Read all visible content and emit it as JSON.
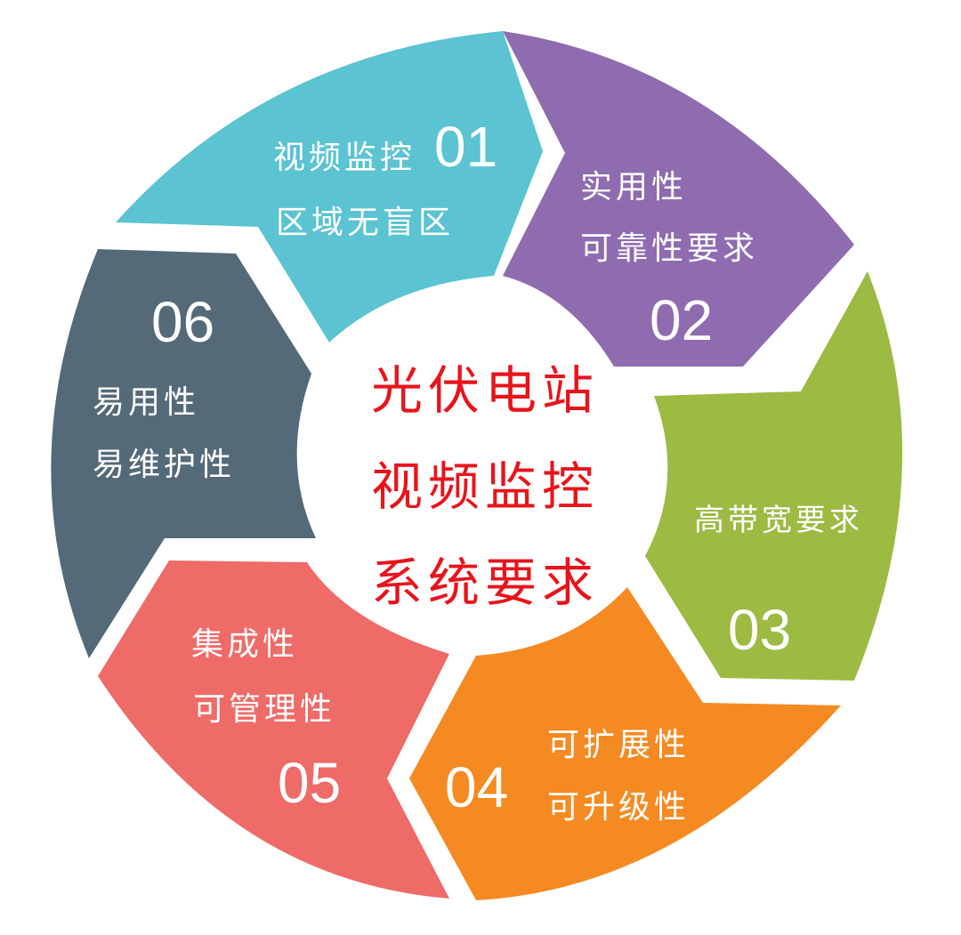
{
  "center": {
    "lines": [
      "光伏电站",
      "视频监控",
      "系统要求"
    ],
    "color": "#e8141b"
  },
  "segments": [
    {
      "number": "01",
      "lines": [
        "视频监控",
        "区域无盲区"
      ],
      "color": "#5bc3d1"
    },
    {
      "number": "02",
      "lines": [
        "实用性",
        "可靠性要求"
      ],
      "color": "#8f6bb0"
    },
    {
      "number": "03",
      "lines": [
        "高带宽要求"
      ],
      "color": "#9dba42"
    },
    {
      "number": "04",
      "lines": [
        "可扩展性",
        "可升级性"
      ],
      "color": "#f58a22"
    },
    {
      "number": "05",
      "lines": [
        "集成性",
        "可管理性"
      ],
      "color": "#ee6b68"
    },
    {
      "number": "06",
      "lines": [
        "易用性",
        "易维护性"
      ],
      "color": "#546a79"
    }
  ]
}
